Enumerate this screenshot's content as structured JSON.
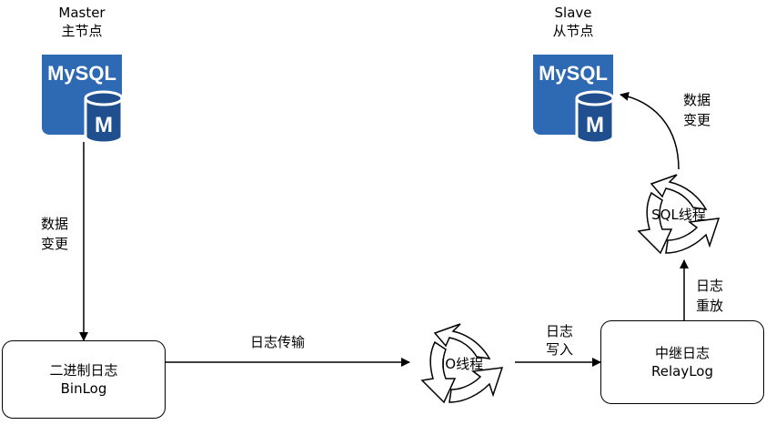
{
  "master": {
    "title": "Master",
    "subtitle": "主节点",
    "logo_text": "MySQL",
    "logo_badge": "M"
  },
  "slave": {
    "title": "Slave",
    "subtitle": "从节点",
    "logo_text": "MySQL",
    "logo_badge": "M"
  },
  "edges": {
    "master_change": [
      "数据",
      "变更"
    ],
    "log_transfer": "日志传输",
    "log_write": [
      "日志",
      "写入"
    ],
    "log_replay": [
      "日志",
      "重放"
    ],
    "slave_change": [
      "数据",
      "变更"
    ]
  },
  "nodes": {
    "binlog": [
      "二进制日志",
      "BinLog"
    ],
    "io_thread": "IO线程",
    "relaylog": [
      "中继日志",
      "RelayLog"
    ],
    "sql_thread": "SQL线程"
  },
  "colors": {
    "logo_blue": "#2e6ab3",
    "logo_dark": "#1f4f8e",
    "stroke": "#000000"
  }
}
